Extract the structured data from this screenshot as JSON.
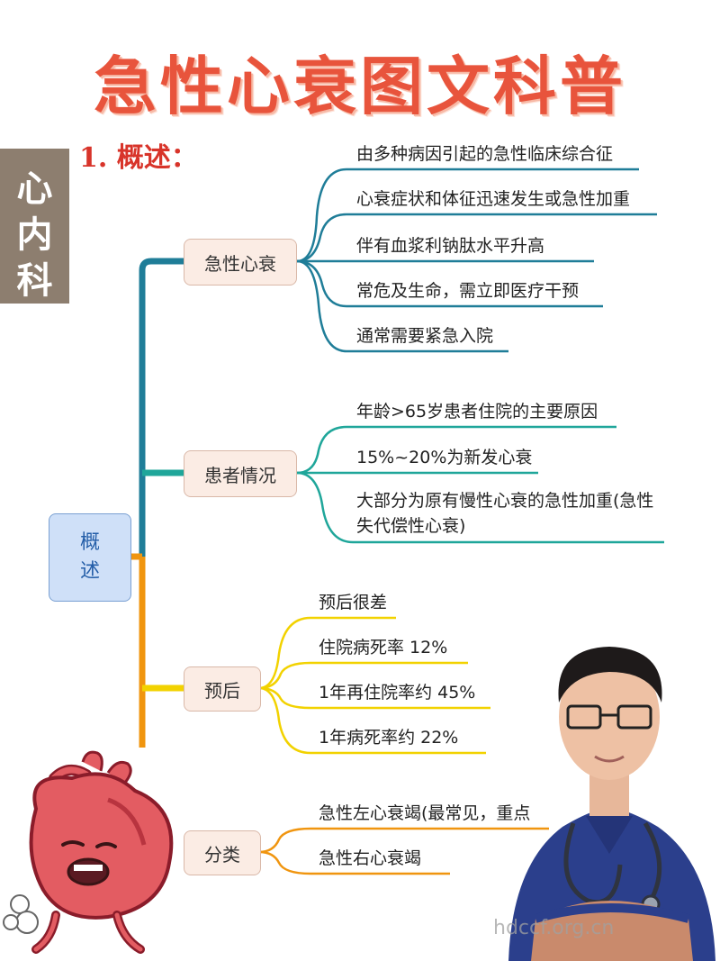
{
  "title": "急性心衰图文科普",
  "section_heading": "1. 概述：",
  "dept_badge": [
    "心",
    "内",
    "科"
  ],
  "root": [
    "概",
    "述"
  ],
  "branches": {
    "acute": {
      "label": "急性心衰",
      "leaves": [
        "由多种病因引起的急性临床综合征",
        "心衰症状和体征迅速发生或急性加重",
        "伴有血浆利钠肽水平升高",
        "常危及生命，需立即医疗干预",
        "通常需要紧急入院"
      ]
    },
    "patient": {
      "label": "患者情况",
      "leaves": [
        "年龄>65岁患者住院的主要原因",
        "15%~20%为新发心衰",
        "大部分为原有慢性心衰的急性加重(急性失代偿性心衰)"
      ]
    },
    "prognosis": {
      "label": "预后",
      "leaves": [
        "预后很差",
        "住院病死率 12%",
        "1年再住院率约 45%",
        "1年病死率约 22%"
      ]
    },
    "classification": {
      "label": "分类",
      "leaves": [
        "急性左心衰竭(最常见，重点",
        "急性右心衰竭"
      ]
    }
  },
  "colors": {
    "title": "#e8543c",
    "heading": "#d8342a",
    "teal_dark": "#1f7d98",
    "teal": "#1fa69a",
    "yellow": "#f2d200",
    "orange": "#f0950f"
  },
  "watermark": "hdccf.org.cn",
  "illustrations": [
    "cartoon-heart",
    "doctor-photo"
  ]
}
